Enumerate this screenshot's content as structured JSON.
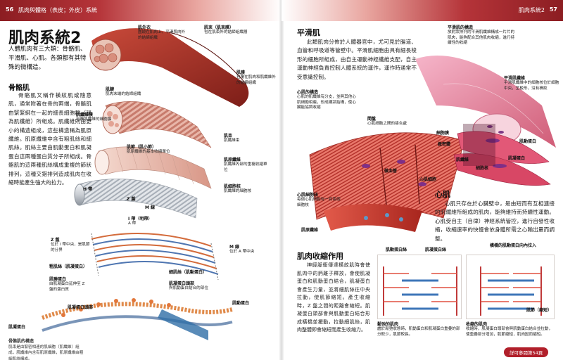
{
  "header": {
    "left_page_number": "56",
    "left_title": "肌肉與體格（表皮；外皮）系統",
    "right_title": "肌肉系統2",
    "right_page_number": "57"
  },
  "left_page": {
    "title": "肌肉系統2",
    "lead": "人體肌肉有三大類：骨骼肌、平滑肌、心肌。各類都有其特殊的微構造。",
    "skeletal_heading": "骨骼肌",
    "skeletal_body": "骨骼肌又稱作橫紋肌或隨意肌，通常附著在骨的兩端，骨骼肌由緊緊綁在一起的細長細胞群（稱為肌纖維）所組成。肌纖維則由更小的構造組成，這些構造稱為肌原纖維。肌原纖維中含有粗肌絲和細肌絲。肌絲主要由肌動蛋白和肌凝蛋白這兩種蛋白質分子所組成。骨骼肌的這兩種肌絲構成重複的節狀排列，這種交錯排列造成肌肉在收縮時能產生強大的拉力。",
    "labels": {
      "tendon": "肌腱",
      "tendon_desc": "肌肉末端的結締組織",
      "perimysium": "肌外衣",
      "perimysium_desc": "圍繞在肌肉上、平滑肌肉外的結締組織",
      "fascicle": "肌束（肌束膜）",
      "fascicle_desc": "包在肌束外的結締組織層",
      "muscle_fiber_outer": "肌束",
      "muscle_fiber_outer_desc": "肌纖維束",
      "epimysium": "肌膜",
      "epimysium_desc": "包覆在肌肉和肌纖維外的結締組織",
      "sarcolemma": "肌纖維膜",
      "sarcolemma_desc": "包覆肌纖維的細胞膜",
      "myofibril": "肌原纖維",
      "myofibril_desc": "肌纖維內部的重複收縮單位",
      "nucleus": "肌細胞核",
      "nucleus_desc": "肌纖維的細胞核",
      "sarcomere": "肌節（肌小節）",
      "sarcomere_desc": "肌原纖維的基本收縮單位",
      "h_zone": "H 帶",
      "a_band": "A 帶",
      "i_band": "I 帶（明帶）",
      "z_disc": "Z 盤",
      "z_disc_desc": "位於 I 帶中央，是肌節的分界",
      "m_line": "M 線",
      "m_line_desc": "位於 A 帶中央",
      "actin": "肌動蛋白",
      "myosin": "肌凝蛋白",
      "thick_filament": "粗肌絲（肌凝蛋白）",
      "thin_filament": "細肌絲（肌動蛋白）",
      "myosin_head": "肌凝蛋白頭部",
      "myosin_head_desc": "與肌動蛋白結合的部位",
      "titin": "肌聯蛋白",
      "titin_desc": "由肌凝蛋白延伸至 Z 盤的蛋白質",
      "myosin_head_bottom": "肌凝蛋白頭部"
    },
    "footnote_title": "骨骼肌的構造",
    "footnote_body": "肌束是由緊密相連的肌細胞（肌纖維）組成，肌纖維內含有肌原纖維，肌原纖維由粗細肌絲構成。"
  },
  "right_page": {
    "smooth_heading": "平滑肌",
    "smooth_body": "此類肌肉分佈於人體器官中，尤可見於腸道、血管和呼吸道等管壁中。平滑肌細胞由具有細長梭形的細胞所組成，由自主運動神經纖維支配，自主運動神經負責控制人體系統的運作，運作時通常不受意識控制。",
    "smooth_labels": {
      "smooth_structure": "平滑肌的構造",
      "smooth_structure_desc": "放射狀排列的平滑肌纖維構成一片片的肌肉，能夠配合其他肌肉收縮，進行持續性的收縮",
      "smooth_fiber": "平滑肌纖維",
      "smooth_fiber_desc": "平滑肌纖維中的細胞核位於細胞中央，呈梭形，沒有橫紋",
      "cardiac_structure": "心肌的構造",
      "cardiac_structure_desc": "心肌的肌纖維有分支，並與其他心肌細胞相連，形成網狀結構，使心臟能協調收縮",
      "intercalated_disc": "閏盤",
      "intercalated_disc_desc": "心肌細胞之間的接合處",
      "cardiac_nucleus": "心肌細胞核",
      "cardiac_nucleus_desc": "每個心肌細胞有一到兩個細胞核",
      "myofibril": "肌原纖維",
      "muscle_fiber": "肌纖維",
      "capillary": "微血管",
      "cardiac_cell": "心肌細胞",
      "cell_membrane": "細胞膜",
      "dense_body": "緻密體",
      "actin_r": "肌動蛋白",
      "myosin_r": "肌凝蛋白",
      "nucleus_r": "細胞核"
    },
    "cardiac_heading": "心肌",
    "cardiac_body": "心肌只存在於心臟壁中，是由短而有互相連接的肌纖維所組成的肌肉，能夠維持而持續性運動。心肌受自主（自律）神經系統管控，進行自發性收縮，收縮速率的快慢會依身體所需之心輸出量而調整。",
    "contraction_heading": "肌肉收縮作用",
    "contraction_body": "神經脈衝傳達橫紋肌時會使肌肉中的鈣離子釋放，會使肌凝蛋白和肌動蛋白結合，肌凝蛋白會產生力量，並將細肌絲往中央拉動，使肌節縮短。產生收縮時，Z 盤之間的距離會縮短。肌凝蛋白頭部會與肌動蛋白結合形成橫橋並擺動，拉動細肌絲，肌肉整體即會縮短而產生收縮力。",
    "diagram_labels": {
      "relaxed_title": "鬆弛的肌肉",
      "relaxed_desc": "處於鬆弛狀態時，肌動蛋白和肌凝蛋白重疊的部分較少，肌節較長。",
      "contracted_title": "收縮的肌肉",
      "contracted_desc": "收縮時，肌凝蛋白頭部會與肌動蛋白結合並拉動，使重疊部分增加，肌節縮短，肌肉因而縮短。",
      "actin_top": "肌動蛋白絲",
      "myosin_top": "肌凝蛋白絲",
      "head_label": "橫橋的肌動蛋白向內拉入",
      "sarcomere_short": "肌節（縮短）"
    },
    "footer_pill": "詳可參閱第54頁"
  }
}
